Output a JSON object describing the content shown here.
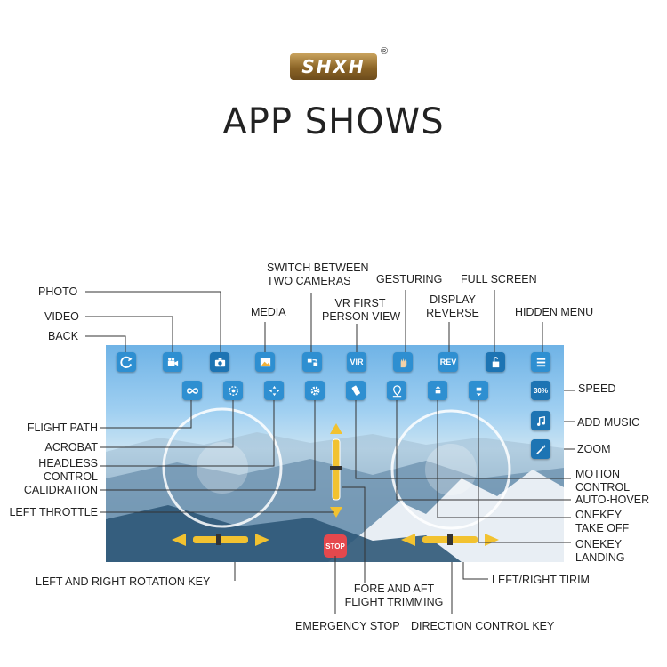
{
  "brand": {
    "logo": "SHXH",
    "registered": "®"
  },
  "page_title": "APP SHOWS",
  "labels": {
    "photo": "PHOTO",
    "video": "VIDEO",
    "back": "BACK",
    "media": "MEDIA",
    "switch_cameras": [
      "SWITCH BETWEEN",
      "TWO CAMERAS"
    ],
    "vr": [
      "VR FIRST",
      "PERSON VIEW"
    ],
    "gesturing": "GESTURING",
    "display_reverse": [
      "DISPLAY",
      "REVERSE"
    ],
    "full_screen": "FULL SCREEN",
    "hidden_menu": "HIDDEN MENU",
    "speed": "SPEED",
    "add_music": "ADD MUSIC",
    "zoom": "ZOOM",
    "flight_path": "FLIGHT PATH",
    "acrobat": "ACROBAT",
    "headless": [
      "HEADLESS",
      "CONTROL"
    ],
    "calibration": "CALIDRATION",
    "left_throttle": "LEFT THROTTLE",
    "motion_control": [
      "MOTION",
      "CONTROL"
    ],
    "auto_hover": "AUTO-HOVER",
    "onekey_takeoff": [
      "ONEKEY",
      "TAKE OFF"
    ],
    "onekey_landing": [
      "ONEKEY",
      "LANDING"
    ],
    "rotation_key": "LEFT AND RIGHT ROTATION KEY",
    "fore_aft": [
      "FORE AND AFT",
      "FLIGHT TRIMMING"
    ],
    "left_right_trim": "LEFT/RIGHT TIRIM",
    "emergency_stop": "EMERGENCY STOP",
    "direction_key": "DIRECTION CONTROL KEY"
  },
  "app": {
    "speed_value": "30%",
    "vr_text": "VIR",
    "rev_text": "REV",
    "stop_text": "STOP"
  },
  "colors": {
    "button_blue": "#2e8fd1",
    "stop_red": "#e5484d",
    "throttle_yellow": "#f2c230",
    "logo_gold": "#8b6426"
  }
}
